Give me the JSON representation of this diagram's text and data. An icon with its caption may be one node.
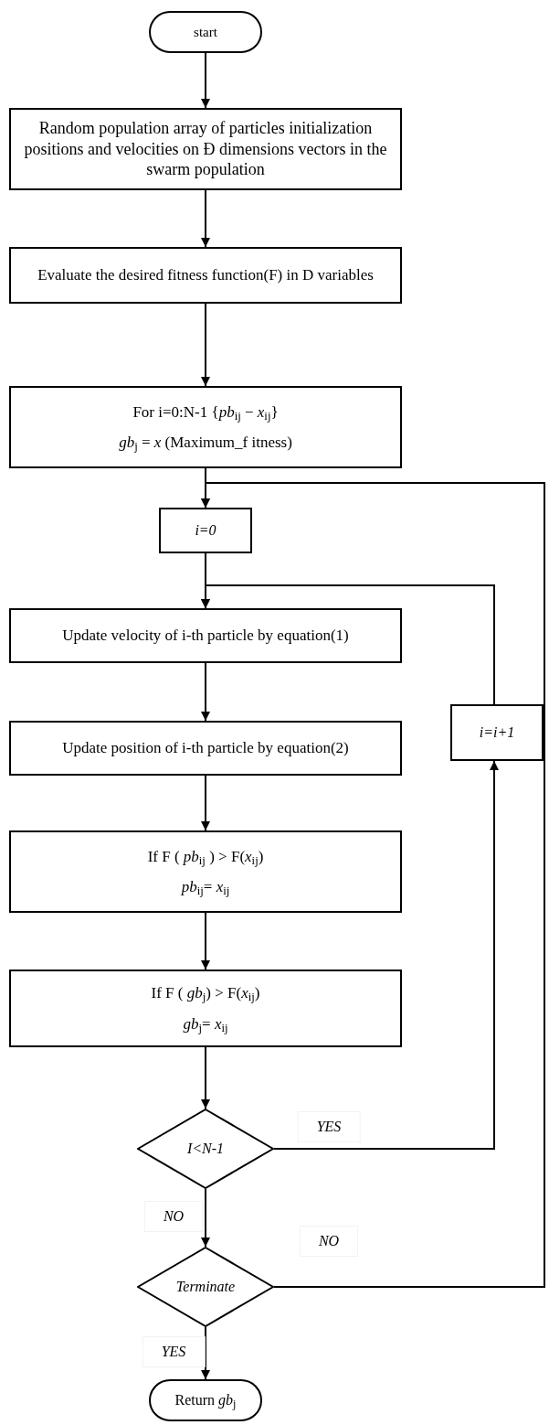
{
  "diagram": {
    "nodes": [
      {
        "text": [
          "start"
        ]
      },
      {
        "text": [
          "Random population array of particles initialization positions and velocities on Ð dimensions vectors in the swarm population"
        ]
      },
      {
        "text": [
          "Evaluate the desired fitness function(F) in D variables"
        ]
      },
      {
        "text": [
          "For i=0:N-1 {*pb*$_{ij}$ − *x*$_{ij}$}",
          "*gb*$_{j}$ = *x* (Maximum_f itness)"
        ]
      },
      {
        "text": [
          "i=0"
        ]
      },
      {
        "text": [
          "Update velocity of i-th particle by equation(1)"
        ]
      },
      {
        "text": [
          "Update position of i-th particle by equation(2)"
        ]
      },
      {
        "text": [
          "If F ( *pb*$_{ij}$ ) > F(*x*$_{ij}$)",
          "*pb*$_{ij}$= *x*$_{ij}$"
        ]
      },
      {
        "text": [
          "If F ( *gb*$_{j}$) > F(*x*$_{ij}$)",
          "*gb*$_{j}$= *x*$_{ij}$"
        ]
      },
      {
        "text": [
          "I<N-1"
        ]
      },
      {
        "text": [
          "Terminate"
        ]
      },
      {
        "text": [
          "Return *gb*$_{j}$"
        ]
      },
      {
        "text": [
          "i=i+1"
        ]
      }
    ],
    "edges": [
      {
        "from": 0,
        "to": 1,
        "arrow": "to"
      },
      {
        "from": 1,
        "to": 2,
        "arrow": "to"
      },
      {
        "from": 2,
        "to": 3,
        "arrow": "to"
      },
      {
        "from": 3,
        "to": 4,
        "arrow": "to"
      },
      {
        "from": 4,
        "to": 5,
        "arrow": "to"
      },
      {
        "from": 5,
        "to": 6,
        "arrow": "to"
      },
      {
        "from": 6,
        "to": 7,
        "arrow": "to"
      },
      {
        "from": 7,
        "to": 8,
        "arrow": "to"
      },
      {
        "from": 8,
        "to": 9,
        "arrow": "to"
      },
      {
        "from": 9,
        "to": 12,
        "arrow": "to",
        "label": "YES"
      },
      {
        "from": 12,
        "to": 5,
        "arrow": "to"
      },
      {
        "from": 9,
        "to": 10,
        "arrow": "to",
        "label": "NO"
      },
      {
        "from": 10,
        "to": 11,
        "arrow": "to",
        "label": "YES"
      },
      {
        "from": 10,
        "to": 4,
        "arrow": "to",
        "label": "NO"
      }
    ]
  }
}
